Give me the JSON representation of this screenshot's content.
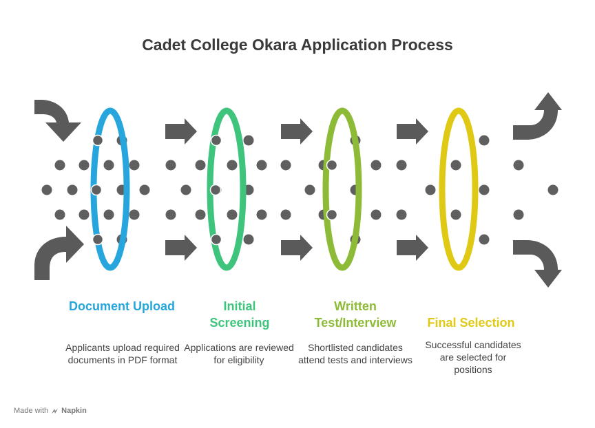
{
  "title": "Cadet College Okara Application Process",
  "colors": {
    "arrow": "#5a5a5a",
    "dot": "#5f5f5f",
    "stage1": "#26a6dc",
    "stage2": "#3ec47d",
    "stage3": "#8dbb37",
    "stage4": "#e0c915"
  },
  "stages": [
    {
      "title": "Document Upload",
      "description": "Applicants upload required documents in PDF format"
    },
    {
      "title": "Initial Screening",
      "description": "Applications are reviewed for eligibility"
    },
    {
      "title": "Written Test/Interview",
      "description": "Shortlisted candidates attend tests and interviews"
    },
    {
      "title": "Final Selection",
      "description": "Successful candidates are selected for positions"
    }
  ],
  "footer": {
    "made_with": "Made with",
    "brand": "Napkin",
    "logo_icon": "napkin-logo-icon"
  }
}
